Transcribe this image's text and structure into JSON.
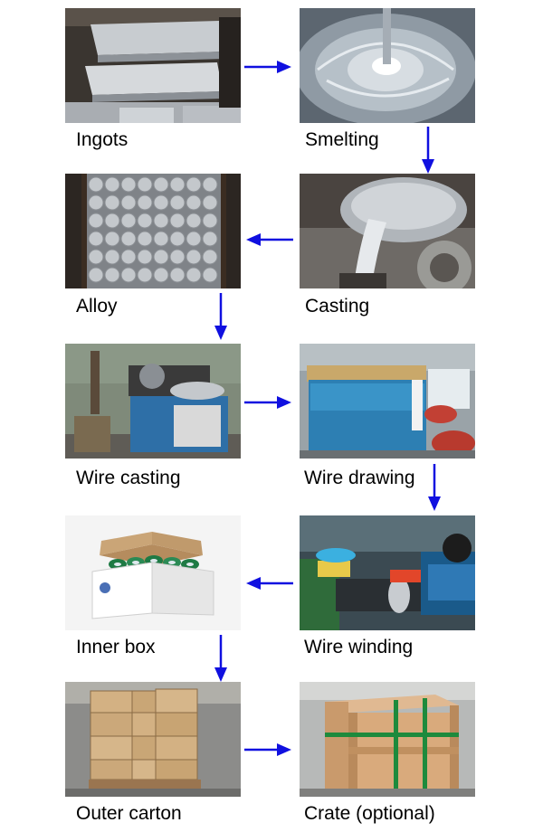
{
  "steps": [
    {
      "label": "Ingots"
    },
    {
      "label": "Smelting"
    },
    {
      "label": "Casting"
    },
    {
      "label": "Alloy"
    },
    {
      "label": "Wire casting"
    },
    {
      "label": "Wire drawing"
    },
    {
      "label": "Wire winding"
    },
    {
      "label": "Inner box"
    },
    {
      "label": "Outer carton"
    },
    {
      "label": "Crate (optional)"
    }
  ],
  "colors": {
    "arrow": "#1010e0",
    "metal": "#b9bdc2",
    "machine_blue": "#2f7fb8",
    "cardboard": "#c9a57a",
    "wood": "#d7a87a",
    "strap_green": "#1d8a3c"
  }
}
